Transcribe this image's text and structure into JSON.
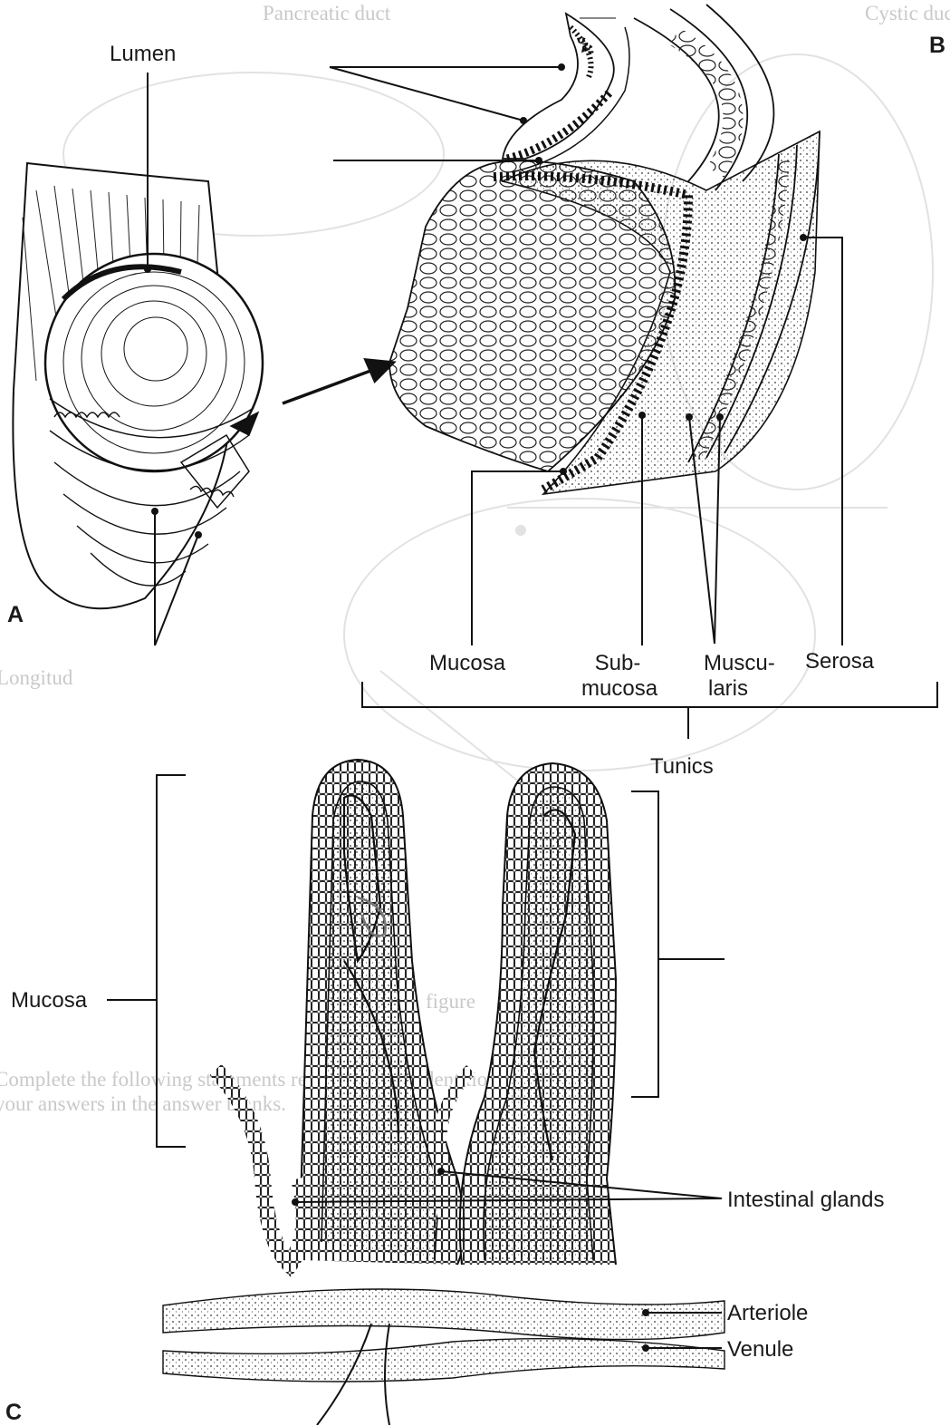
{
  "panels": {
    "a": "A",
    "b": "B",
    "c": "C"
  },
  "labels": {
    "lumen": "Lumen",
    "mucosa_b": "Mucosa",
    "submucosa_1": "Sub-",
    "submucosa_2": "mucosa",
    "muscularis_1": "Muscu-",
    "muscularis_2": "laris",
    "serosa": "Serosa",
    "tunics": "Tunics",
    "mucosa_c": "Mucosa",
    "intestinal_glands": "Intestinal glands",
    "arteriole": "Arteriole",
    "venule": "Venule"
  },
  "bleed_through": {
    "top_left": "Pancreatic duct",
    "top_right": "Cystic duct",
    "left_edge": "Longitud",
    "mid": "figure",
    "para_1": "Complete the following statements regarding tooth dentition by inserting",
    "para_2": "your answers in the answer blanks."
  }
}
